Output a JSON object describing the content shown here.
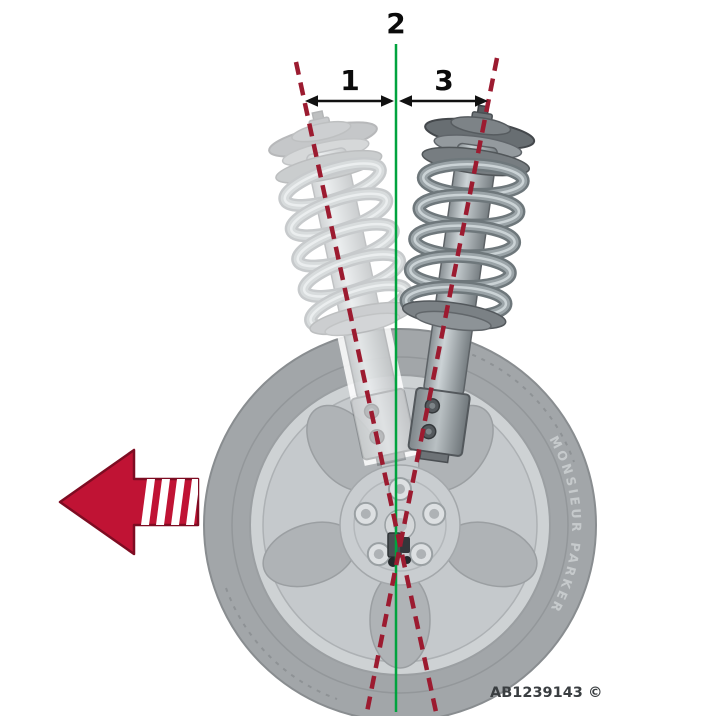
{
  "diagram": {
    "labels": {
      "left_offset": "1",
      "center_axis": "2",
      "right_offset": "3"
    },
    "ref_code": "AB1239143 ©",
    "tire_text": "MONSIEUR PARKER",
    "colors": {
      "center_line": "#00A33E",
      "steering_axis": "#9C1B30",
      "direction_arrow": "#C01334",
      "dimension": "#111111"
    }
  }
}
